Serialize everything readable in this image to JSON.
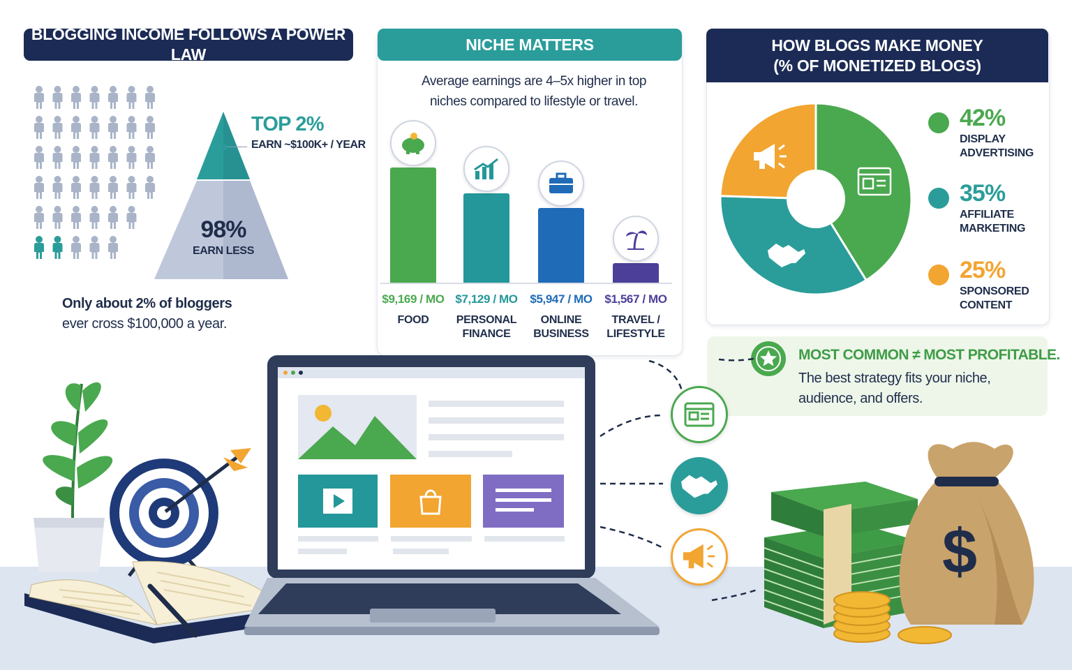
{
  "left_panel": {
    "title": "BLOGGING INCOME FOLLOWS A POWER LAW",
    "top_pct": "TOP 2%",
    "top_desc": "EARN ~$100K+ / YEAR",
    "bottom_pct": "98%",
    "bottom_desc": "EARN LESS",
    "caption_line1": "Only about 2% of bloggers",
    "caption_line2": "ever cross $100,000 a year.",
    "colors": {
      "header": "#1b2b55",
      "teal": "#2a9d9a",
      "people": "#a9b4c8"
    }
  },
  "niche_panel": {
    "title": "NICHE MATTERS",
    "subtitle_line1": "Average earnings are 4–5x higher in top",
    "subtitle_line2": "niches compared to lifestyle or travel.",
    "header_color": "#2a9d9a",
    "bars": [
      {
        "value_label": "$9,169 / MO",
        "value": 9169,
        "line1": "FOOD",
        "line2": "",
        "color": "#4aa84f",
        "icon": "piggy-bank-icon"
      },
      {
        "value_label": "$7,129 / MO",
        "value": 7129,
        "line1": "PERSONAL",
        "line2": "FINANCE",
        "color": "#24979a",
        "icon": "growth-chart-icon"
      },
      {
        "value_label": "$5,947 / MO",
        "value": 5947,
        "line1": "ONLINE",
        "line2": "BUSINESS",
        "color": "#1f6bb8",
        "icon": "briefcase-icon"
      },
      {
        "value_label": "$1,567 / MO",
        "value": 1567,
        "line1": "TRAVEL /",
        "line2": "LIFESTYLE",
        "color": "#4b3f9a",
        "icon": "palm-tree-icon"
      }
    ]
  },
  "money_panel": {
    "title_line1": "HOW BLOGS MAKE MONEY",
    "title_line2": "(% OF MONETIZED BLOGS)",
    "header_color": "#1b2b55",
    "items": [
      {
        "pct": "42%",
        "value": 42,
        "line1": "DISPLAY",
        "line2": "ADVERTISING",
        "color": "#4aa84f",
        "icon": "ad-window-icon"
      },
      {
        "pct": "35%",
        "value": 35,
        "line1": "AFFILIATE",
        "line2": "MARKETING",
        "color": "#2a9d9a",
        "icon": "handshake-icon"
      },
      {
        "pct": "25%",
        "value": 25,
        "line1": "SPONSORED",
        "line2": "CONTENT",
        "color": "#f2a531",
        "icon": "megaphone-icon"
      }
    ]
  },
  "tip": {
    "headline": "MOST COMMON ≠ MOST PROFITABLE.",
    "line1": "The best strategy fits your niche,",
    "line2": "audience, and offers.",
    "icon": "star-icon"
  },
  "money_bag_symbol": "$"
}
